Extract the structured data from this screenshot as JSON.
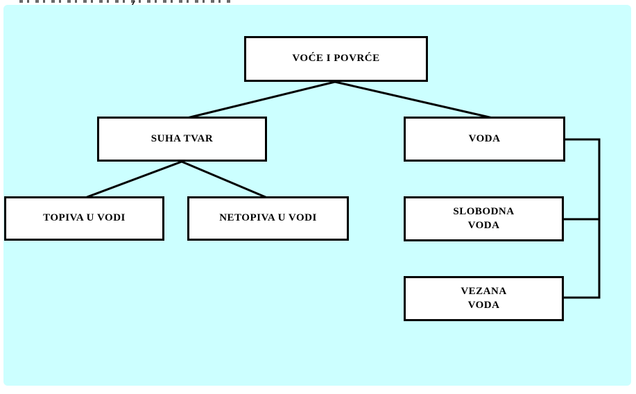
{
  "diagram": {
    "title_hidden": "",
    "colors": {
      "panel_background": "#CCFFFF",
      "node_fill": "#FFFFFF",
      "line_color": "#000000"
    },
    "nodes": {
      "root": {
        "label": "VOĆE I POVRĆE",
        "children": [
          "suha_tvar",
          "voda"
        ]
      },
      "suha_tvar": {
        "label": "SUHA TVAR",
        "children": [
          "topiva_u_vodi",
          "netopiva_u_vodi"
        ]
      },
      "voda": {
        "label": "VODA",
        "children": [
          "slobodna_voda",
          "vezana_voda"
        ]
      },
      "topiva_u_vodi": {
        "label": "TOPIVA U VODI"
      },
      "netopiva_u_vodi": {
        "label": "NETOPIVA U VODI"
      },
      "slobodna_voda": {
        "label": "SLOBODNA\nVODA"
      },
      "vezana_voda": {
        "label": "VEZANA\nVODA"
      }
    }
  }
}
